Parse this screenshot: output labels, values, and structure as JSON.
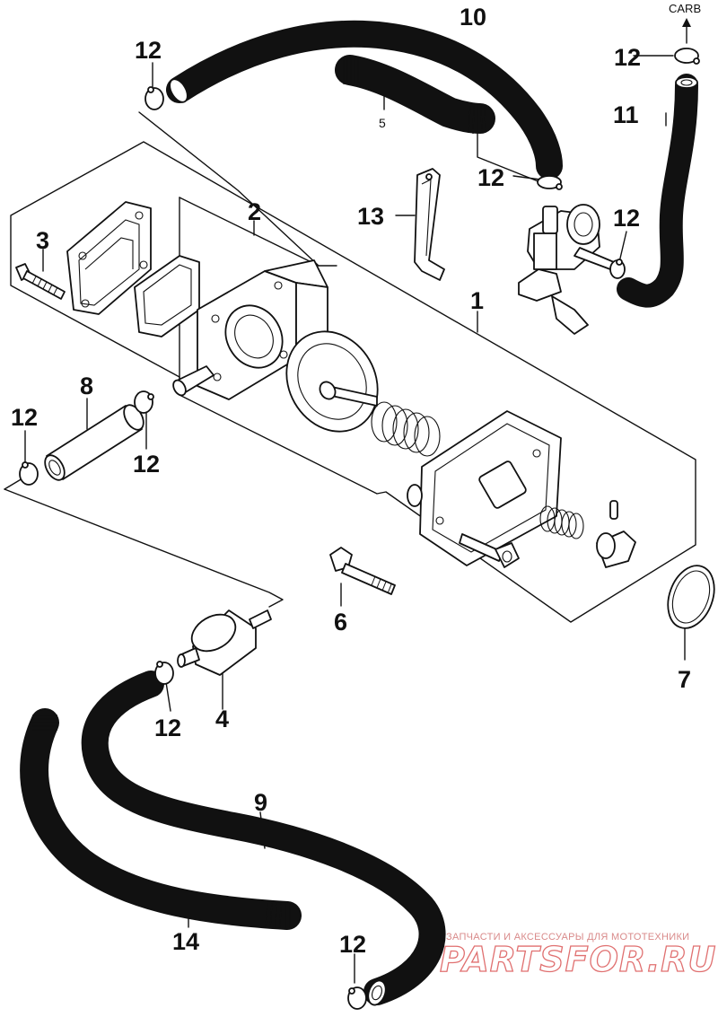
{
  "diagram": {
    "destination_label": "CARB",
    "callouts": {
      "p1": "1",
      "p2": "2",
      "p3": "3",
      "p4": "4",
      "p5": "5",
      "p6": "6",
      "p7": "7",
      "p8": "8",
      "p9": "9",
      "p10": "10",
      "p11": "11",
      "p12_a": "12",
      "p12_b": "12",
      "p12_c": "12",
      "p12_d": "12",
      "p12_e": "12",
      "p12_f": "12",
      "p12_g": "12",
      "p12_h": "12",
      "p13": "13",
      "p14": "14"
    }
  },
  "watermark": {
    "tagline": "ЗАПЧАСТИ И АКСЕССУАРЫ ДЛЯ МОТОТЕХНИКИ",
    "brand": "PARTSFOR.RU"
  }
}
